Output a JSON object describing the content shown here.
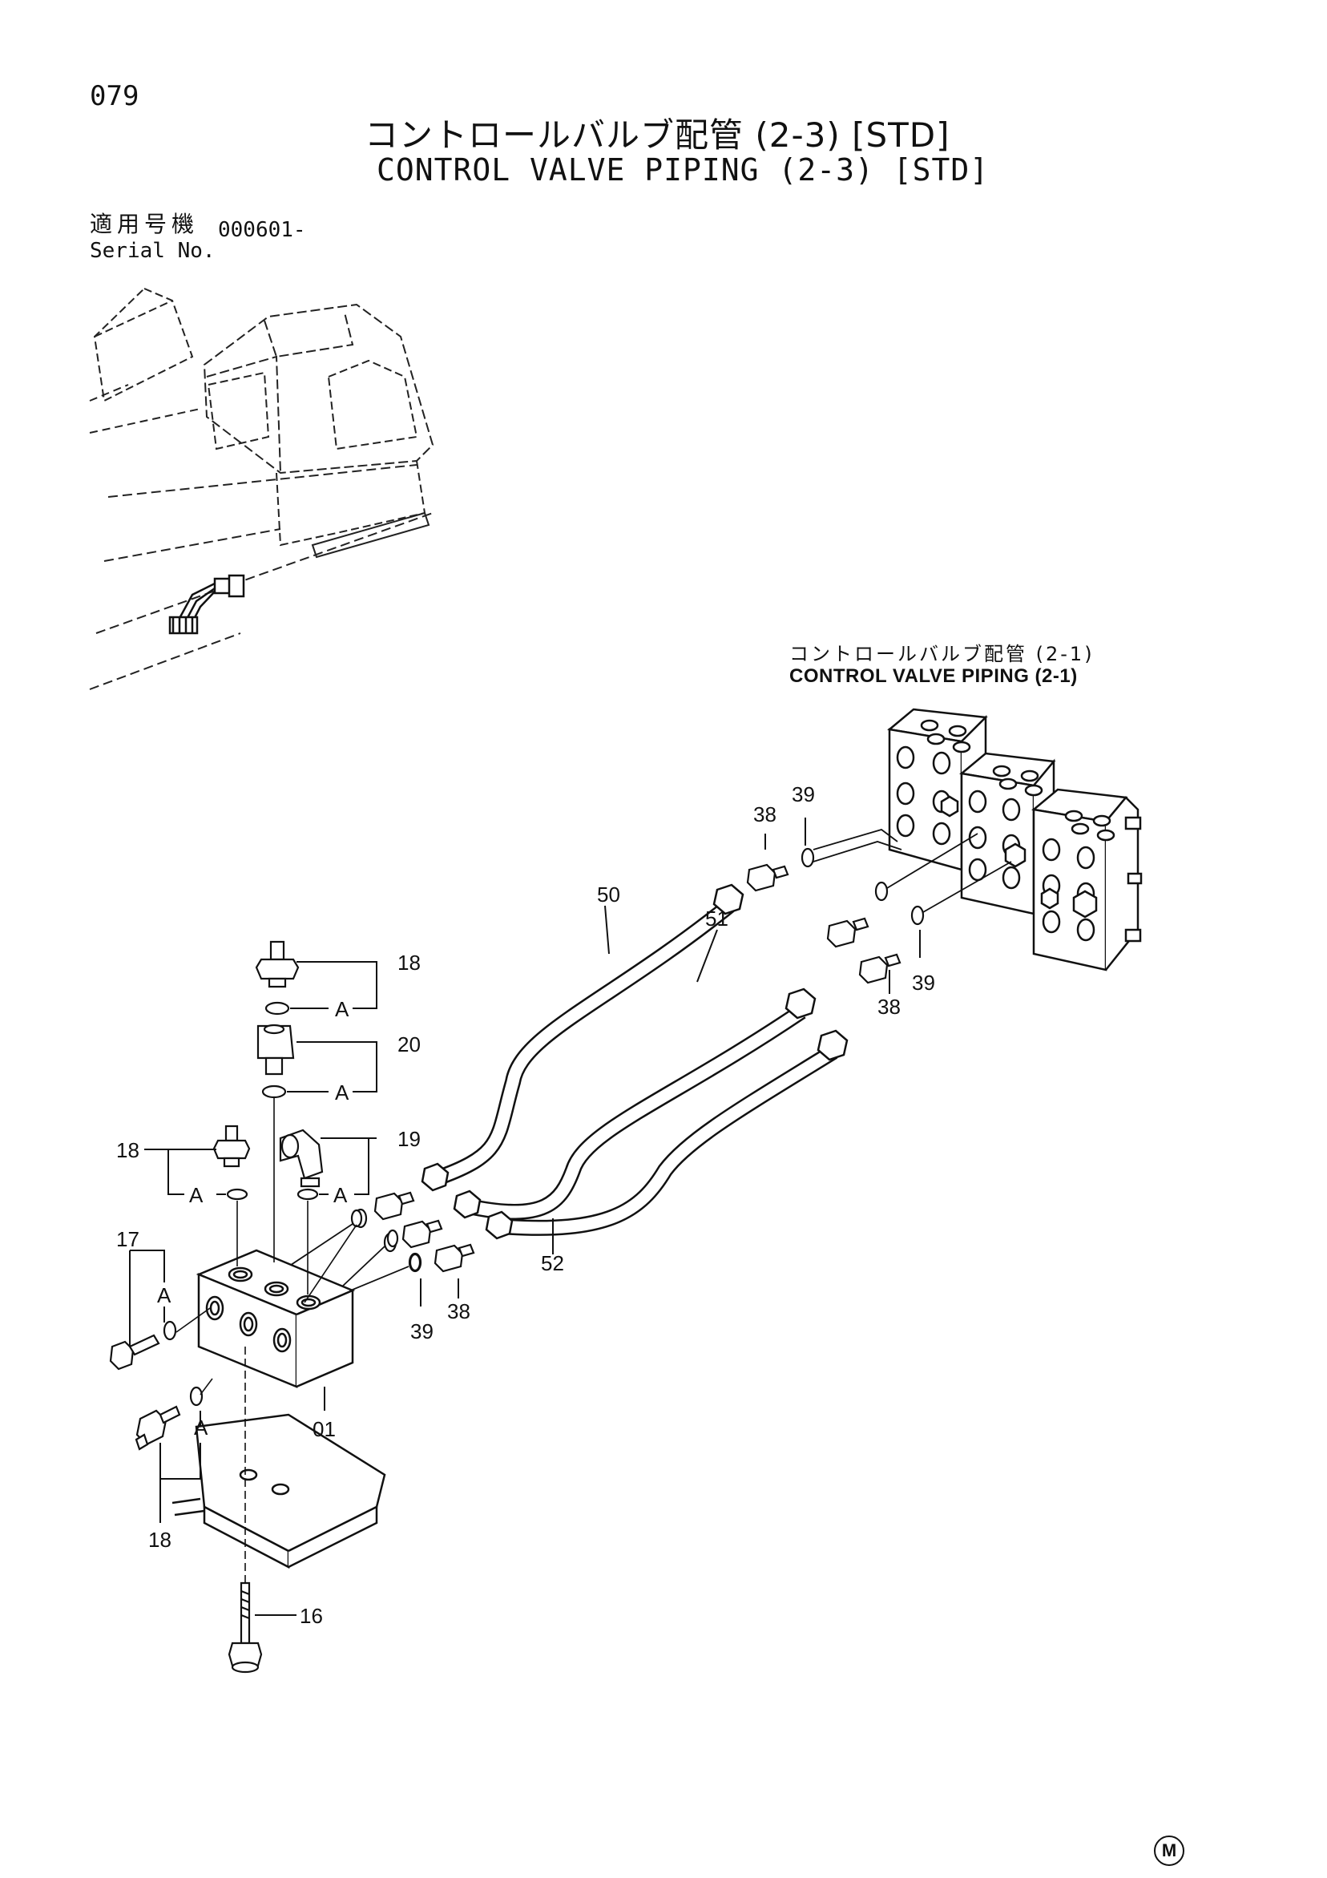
{
  "page_number": "079",
  "title_ja": "コントロールバルブ配管 (2-3) [STD]",
  "title_en": "CONTROL VALVE PIPING (2-3) [STD]",
  "serial": {
    "label_ja": "適用号機",
    "label_en": "Serial No.",
    "value": "000601-"
  },
  "reference": {
    "label_ja": "コントロールバルブ配管 (2-1)",
    "label_en": "CONTROL VALVE PIPING (2-1)"
  },
  "callouts": {
    "c18_top": "18",
    "c20": "20",
    "c19": "19",
    "c18_left": "18",
    "c17": "17",
    "c18_bottom": "18",
    "c16": "16",
    "c01": "01",
    "c50": "50",
    "c51": "51",
    "c52": "52",
    "c38_top": "38",
    "c39_top": "39",
    "c38_right": "38",
    "c39_right": "39",
    "c38_mid": "38",
    "c39_mid": "39"
  },
  "detail_marks": {
    "a1": "A",
    "a2": "A",
    "a3": "A",
    "a4": "A",
    "a5": "A",
    "a6": "A"
  },
  "maker_mark": "M"
}
